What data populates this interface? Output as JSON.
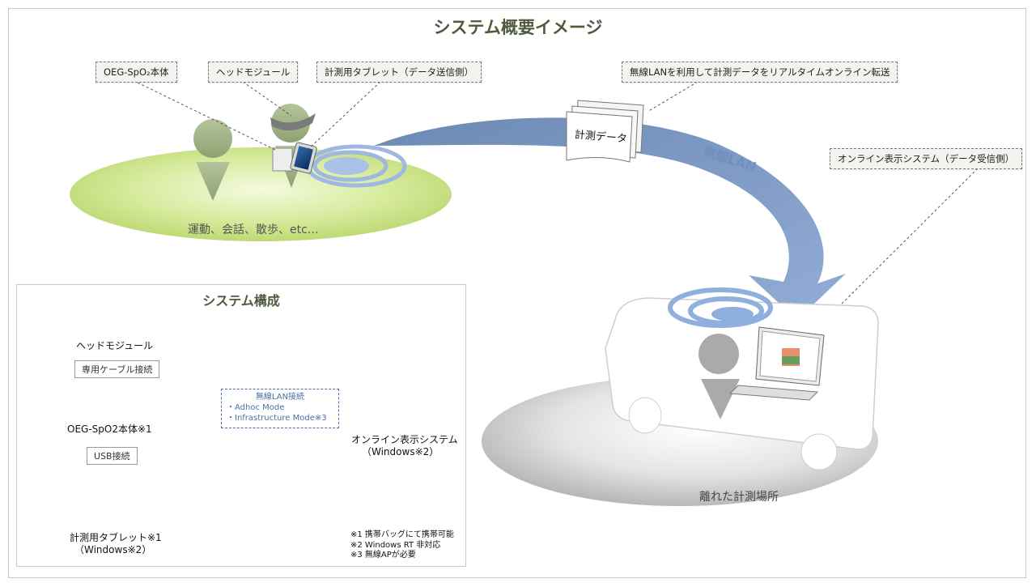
{
  "title": "システム概要イメージ",
  "callouts": {
    "oeg_body": "OEG-SpO₂本体",
    "head_module": "ヘッドモジュール",
    "tablet": "計測用タブレット（データ送信側）",
    "wireless_transfer": "無線LANを利用して計測データをリアルタイムオンライン転送",
    "online_display": "オンライン表示システム（データ受信側）"
  },
  "scene": {
    "activities": "運動、会話、散歩、etc…",
    "measurement_data": "計測データ",
    "wireless_lan": "無線LAN",
    "remote_place": "離れた計測場所"
  },
  "system": {
    "title": "システム構成",
    "head_module_label": "ヘッドモジュール",
    "cable_label": "専用ケーブル接続",
    "oeg_label": "OEG-SpO2本体※1",
    "usb_label": "USB接続",
    "tablet_label_1": "計測用タブレット※1",
    "tablet_label_2": "（Windows※2）",
    "wlan_title": "無線LAN接続",
    "wlan_mode_1": "・Adhoc Mode",
    "wlan_mode_2": "・Infrastructure Mode※3",
    "online_label_1": "オンライン表示システム",
    "online_label_2": "（Windows※2）",
    "notes": [
      "※1 携帯バッグにて携帯可能",
      "※2 Windows RT 非対応",
      "※3 無線APが必要"
    ]
  },
  "colors": {
    "title_green": "#4e5a3c",
    "ellipse_green": "#cfe596",
    "arrow_blue": "#6f8fbf",
    "wlan_blue": "#4a6fa5",
    "ground_gray": "#d6d6d6"
  }
}
